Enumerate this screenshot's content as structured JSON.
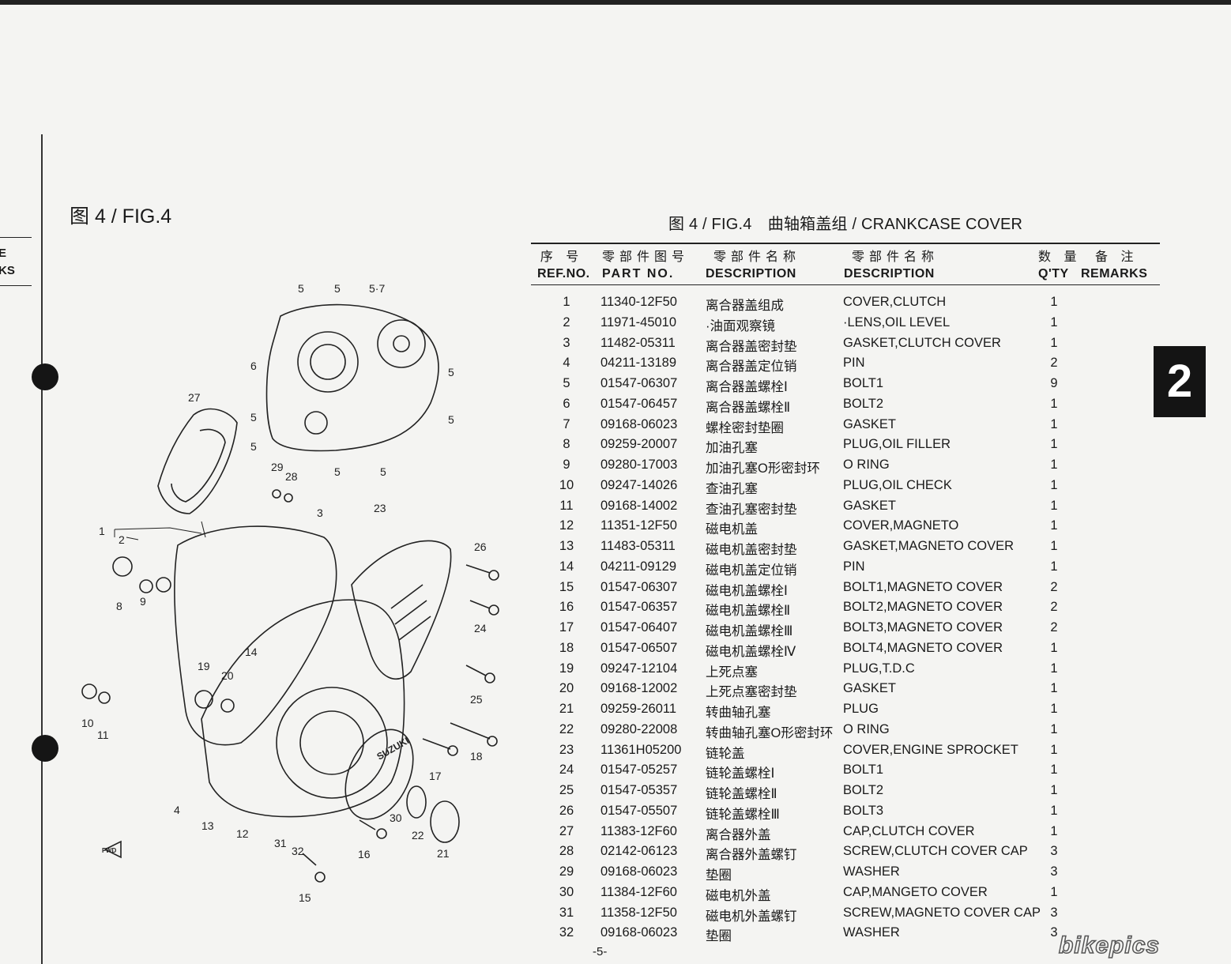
{
  "page": {
    "fig_label": "图 4 / FIG.4",
    "table_title": "图 4 / FIG.4　曲轴箱盖组 / CRANKCASE COVER",
    "prev_page_fragment": [
      "E",
      "KS"
    ],
    "section_tab": "2",
    "page_number": "-5-",
    "watermark": "bikepics"
  },
  "table": {
    "headers": [
      {
        "zh": "序 号",
        "en": "REF.NO."
      },
      {
        "zh": "零部件图号",
        "en": "PART NO."
      },
      {
        "zh": "零部件名称",
        "en": "DESCRIPTION"
      },
      {
        "zh": "零部件名称",
        "en": "DESCRIPTION"
      },
      {
        "zh": "数 量",
        "en": "Q'TY"
      },
      {
        "zh": "备 注",
        "en": "REMARKS"
      }
    ],
    "rows": [
      {
        "ref": "1",
        "part": "11340-12F50",
        "zh": "离合器盖组成",
        "en": "COVER,CLUTCH",
        "qty": "1"
      },
      {
        "ref": "2",
        "part": "11971-45010",
        "zh": "·油面观察镜",
        "en": "·LENS,OIL LEVEL",
        "qty": "1"
      },
      {
        "ref": "3",
        "part": "11482-05311",
        "zh": "离合器盖密封垫",
        "en": "GASKET,CLUTCH COVER",
        "qty": "1"
      },
      {
        "ref": "4",
        "part": "04211-13189",
        "zh": "离合器盖定位销",
        "en": "PIN",
        "qty": "2"
      },
      {
        "ref": "5",
        "part": "01547-06307",
        "zh": "离合器盖螺栓Ⅰ",
        "en": "BOLT1",
        "qty": "9"
      },
      {
        "ref": "6",
        "part": "01547-06457",
        "zh": "离合器盖螺栓Ⅱ",
        "en": "BOLT2",
        "qty": "1"
      },
      {
        "ref": "7",
        "part": "09168-06023",
        "zh": "螺栓密封垫圈",
        "en": "GASKET",
        "qty": "1"
      },
      {
        "ref": "8",
        "part": "09259-20007",
        "zh": "加油孔塞",
        "en": "PLUG,OIL FILLER",
        "qty": "1"
      },
      {
        "ref": "9",
        "part": "09280-17003",
        "zh": "加油孔塞O形密封环",
        "en": "O RING",
        "qty": "1"
      },
      {
        "ref": "10",
        "part": "09247-14026",
        "zh": "查油孔塞",
        "en": "PLUG,OIL CHECK",
        "qty": "1"
      },
      {
        "ref": "11",
        "part": "09168-14002",
        "zh": "查油孔塞密封垫",
        "en": "GASKET",
        "qty": "1"
      },
      {
        "ref": "12",
        "part": "11351-12F50",
        "zh": "磁电机盖",
        "en": "COVER,MAGNETO",
        "qty": "1"
      },
      {
        "ref": "13",
        "part": "11483-05311",
        "zh": "磁电机盖密封垫",
        "en": "GASKET,MAGNETO COVER",
        "qty": "1"
      },
      {
        "ref": "14",
        "part": "04211-09129",
        "zh": "磁电机盖定位销",
        "en": "PIN",
        "qty": "1"
      },
      {
        "ref": "15",
        "part": "01547-06307",
        "zh": "磁电机盖螺栓Ⅰ",
        "en": "BOLT1,MAGNETO COVER",
        "qty": "2"
      },
      {
        "ref": "16",
        "part": "01547-06357",
        "zh": "磁电机盖螺栓Ⅱ",
        "en": "BOLT2,MAGNETO COVER",
        "qty": "2"
      },
      {
        "ref": "17",
        "part": "01547-06407",
        "zh": "磁电机盖螺栓Ⅲ",
        "en": "BOLT3,MAGNETO COVER",
        "qty": "2"
      },
      {
        "ref": "18",
        "part": "01547-06507",
        "zh": "磁电机盖螺栓Ⅳ",
        "en": "BOLT4,MAGNETO COVER",
        "qty": "1"
      },
      {
        "ref": "19",
        "part": "09247-12104",
        "zh": "上死点塞",
        "en": "PLUG,T.D.C",
        "qty": "1"
      },
      {
        "ref": "20",
        "part": "09168-12002",
        "zh": "上死点塞密封垫",
        "en": "GASKET",
        "qty": "1"
      },
      {
        "ref": "21",
        "part": "09259-26011",
        "zh": "转曲轴孔塞",
        "en": "PLUG",
        "qty": "1"
      },
      {
        "ref": "22",
        "part": "09280-22008",
        "zh": "转曲轴孔塞O形密封环",
        "en": "O RING",
        "qty": "1"
      },
      {
        "ref": "23",
        "part": "11361H05200",
        "zh": "链轮盖",
        "en": "COVER,ENGINE SPROCKET",
        "qty": "1"
      },
      {
        "ref": "24",
        "part": "01547-05257",
        "zh": "链轮盖螺栓Ⅰ",
        "en": "BOLT1",
        "qty": "1"
      },
      {
        "ref": "25",
        "part": "01547-05357",
        "zh": "链轮盖螺栓Ⅱ",
        "en": "BOLT2",
        "qty": "1"
      },
      {
        "ref": "26",
        "part": "01547-05507",
        "zh": "链轮盖螺栓Ⅲ",
        "en": "BOLT3",
        "qty": "1"
      },
      {
        "ref": "27",
        "part": "11383-12F60",
        "zh": "离合器外盖",
        "en": "CAP,CLUTCH COVER",
        "qty": "1"
      },
      {
        "ref": "28",
        "part": "02142-06123",
        "zh": "离合器外盖螺钉",
        "en": "SCREW,CLUTCH COVER CAP",
        "qty": "3"
      },
      {
        "ref": "29",
        "part": "09168-06023",
        "zh": "垫圈",
        "en": "WASHER",
        "qty": "3"
      },
      {
        "ref": "30",
        "part": "11384-12F60",
        "zh": "磁电机外盖",
        "en": "CAP,MANGETO COVER",
        "qty": "1"
      },
      {
        "ref": "31",
        "part": "11358-12F50",
        "zh": "磁电机外盖螺钉",
        "en": "SCREW,MAGNETO COVER CAP",
        "qty": "3"
      },
      {
        "ref": "32",
        "part": "09168-06023",
        "zh": "垫圈",
        "en": "WASHER",
        "qty": "3"
      }
    ]
  },
  "diagram": {
    "callouts": [
      "5",
      "5",
      "5·7",
      "6",
      "5",
      "5",
      "5",
      "5",
      "5",
      "5",
      "27",
      "29",
      "28",
      "3",
      "23",
      "26",
      "1",
      "2",
      "8",
      "9",
      "24",
      "14",
      "19",
      "20",
      "10",
      "11",
      "25",
      "18",
      "17",
      "4",
      "13",
      "12",
      "30",
      "22",
      "31",
      "32",
      "16",
      "21",
      "15"
    ],
    "cover_logo": "SUZUKI",
    "fwd_label": "FWD"
  }
}
